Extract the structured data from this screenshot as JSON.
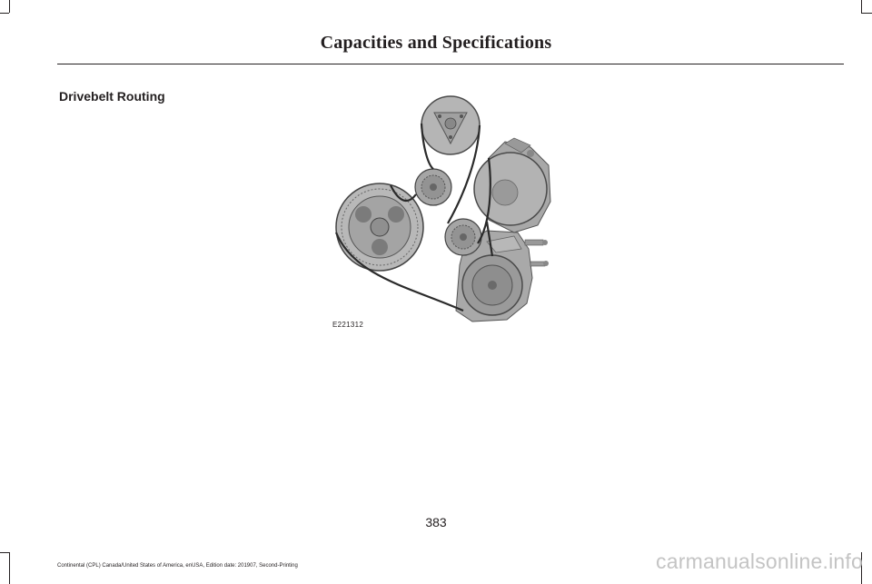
{
  "header": {
    "title": "Capacities and Specifications"
  },
  "section": {
    "heading": "Drivebelt Routing"
  },
  "figure": {
    "id": "E221312"
  },
  "page": {
    "number": "383"
  },
  "footer": {
    "text": "Continental (CPL) Canada/United States of America, enUSA, Edition date: 201907, Second-Printing"
  },
  "watermark": {
    "text": "carmanualsonline.info"
  }
}
